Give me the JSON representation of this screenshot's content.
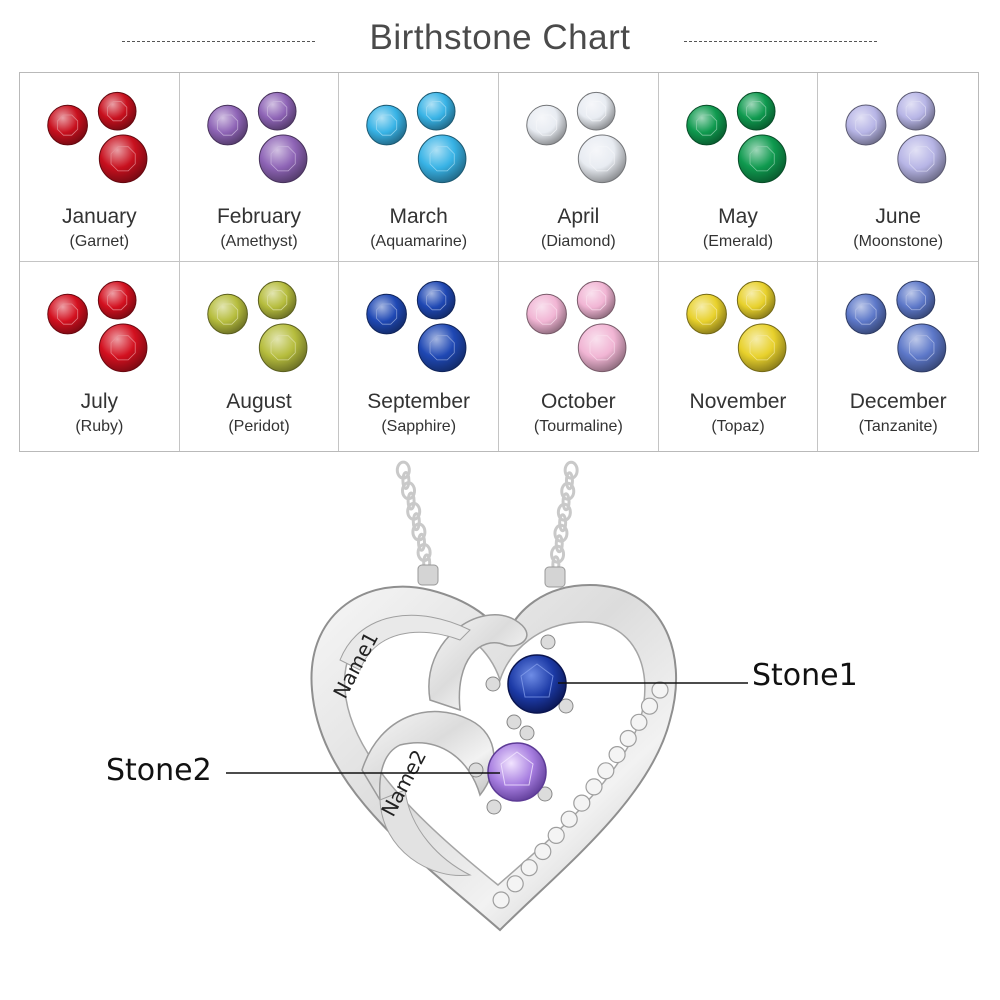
{
  "header": {
    "title": "Birthstone Chart"
  },
  "months": [
    {
      "month": "January",
      "stone": "(Garnet)",
      "color": "#c8101e"
    },
    {
      "month": "February",
      "stone": "(Amethyst)",
      "color": "#8e64b6"
    },
    {
      "month": "March",
      "stone": "(Aquamarine)",
      "color": "#38b3e6"
    },
    {
      "month": "April",
      "stone": "(Diamond)",
      "color": "#e8ecf2"
    },
    {
      "month": "May",
      "stone": "(Emerald)",
      "color": "#0f9a4f"
    },
    {
      "month": "June",
      "stone": "(Moonstone)",
      "color": "#b7b5e6"
    },
    {
      "month": "July",
      "stone": "(Ruby)",
      "color": "#d3101f"
    },
    {
      "month": "August",
      "stone": "(Peridot)",
      "color": "#b6bd3d"
    },
    {
      "month": "September",
      "stone": "(Sapphire)",
      "color": "#1f48b4"
    },
    {
      "month": "October",
      "stone": "(Tourmaline)",
      "color": "#f1b5d4"
    },
    {
      "month": "November",
      "stone": "(Topaz)",
      "color": "#e8d12c"
    },
    {
      "month": "December",
      "stone": "(Tanzanite)",
      "color": "#5d78c9"
    }
  ],
  "pendant": {
    "engraving_1": "Name1",
    "engraving_2": "Name2",
    "stone1_color": "#1c3aa6",
    "stone2_color": "#a77ee0"
  },
  "callouts": {
    "stone1": "Stone1",
    "stone2": "Stone2"
  }
}
